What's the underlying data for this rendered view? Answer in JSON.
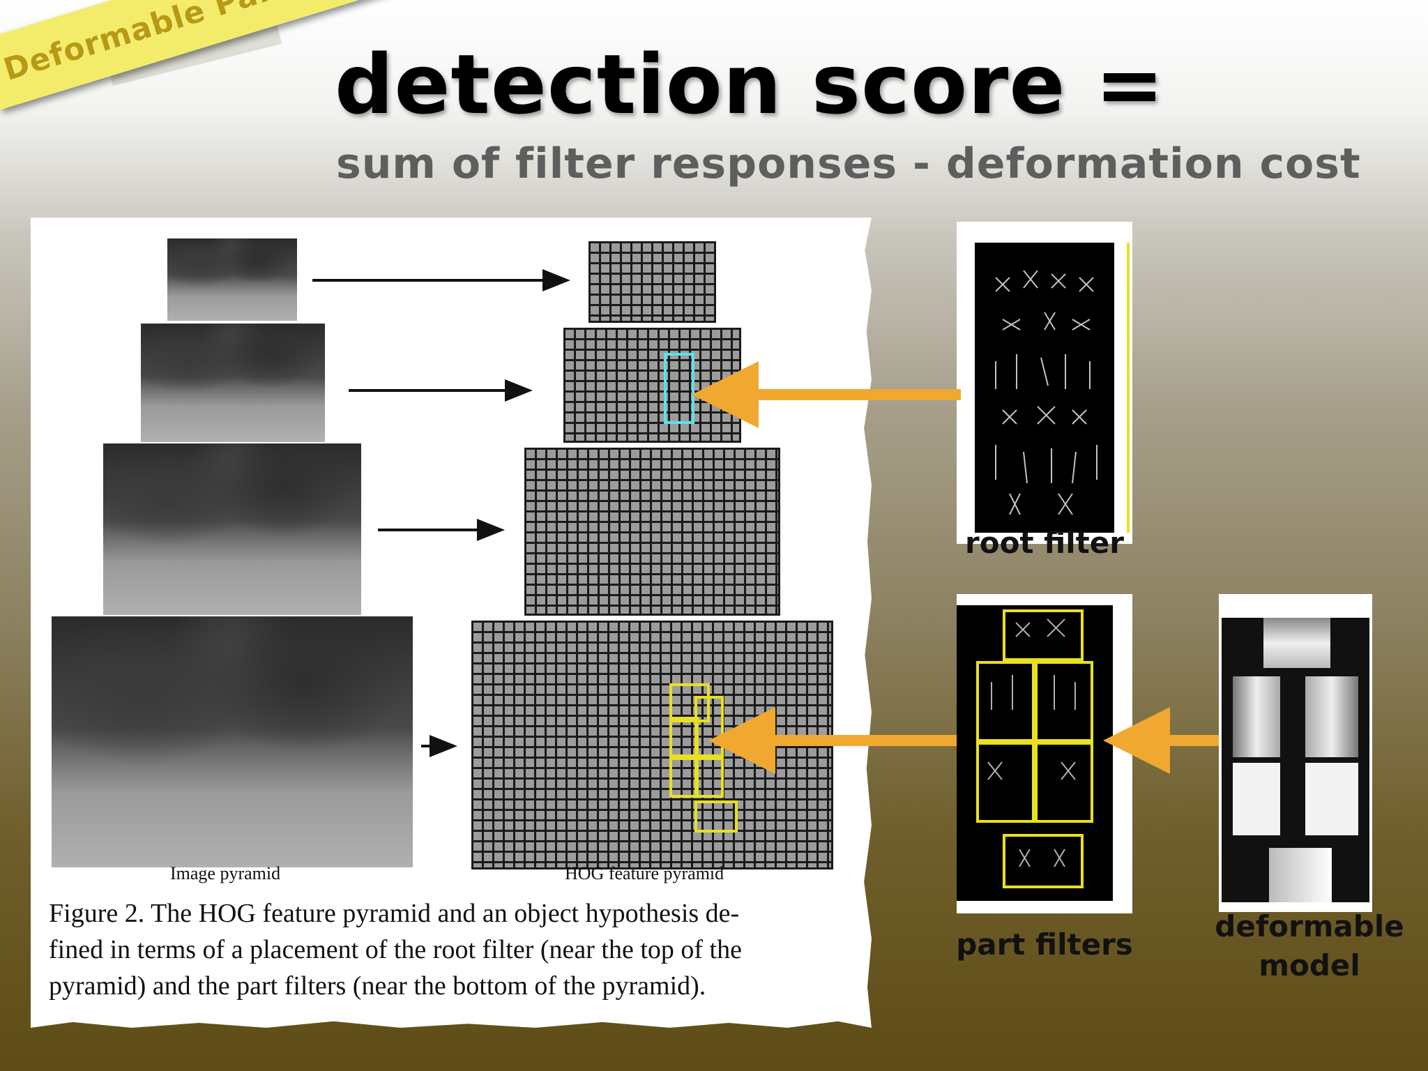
{
  "banner": {
    "label": "Deformable Part Model",
    "color": "#f3ec6a"
  },
  "heading": {
    "title": "detection score =",
    "subtitle": "sum of filter responses - deformation cost"
  },
  "figure": {
    "image_pyramid_caption": "Image pyramid",
    "hog_pyramid_caption": "HOG feature pyramid",
    "caption_lines": [
      "Figure 2. The HOG feature pyramid and an object hypothesis de-",
      "fined in terms of a placement of the root filter (near the top of the",
      "pyramid) and the part filters (near the bottom of the pyramid)."
    ],
    "root_box_color": "#5fe0e6",
    "part_box_color": "#e8e020"
  },
  "panels": {
    "root_filter_label": "root filter",
    "part_filters_label": "part filters",
    "deformable_model_label_line1": "deformable",
    "deformable_model_label_line2": "model"
  },
  "colors": {
    "arrow": "#f0a830"
  }
}
